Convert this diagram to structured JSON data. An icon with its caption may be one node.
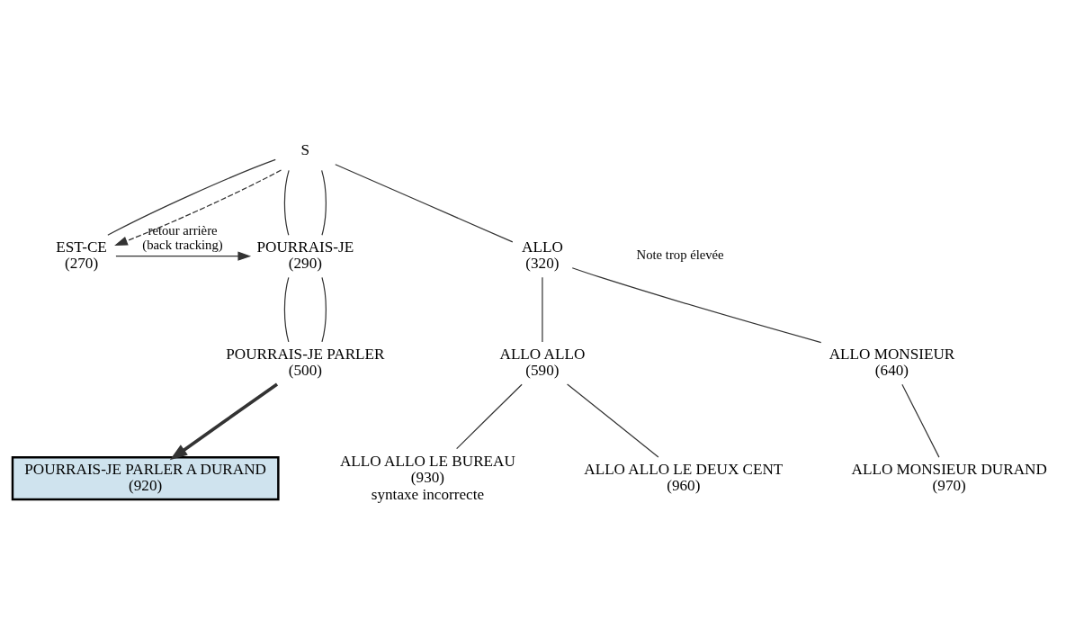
{
  "diagram": {
    "nodes": [
      {
        "text": [
          "S"
        ]
      },
      {
        "text": [
          "EST-CE",
          "(270)"
        ]
      },
      {
        "text": [
          "POURRAIS-JE",
          "(290)"
        ]
      },
      {
        "text": [
          "ALLO",
          "(320)"
        ]
      },
      {
        "text": [
          "POURRAIS-JE PARLER",
          "(500)"
        ]
      },
      {
        "text": [
          "ALLO ALLO",
          "(590)"
        ]
      },
      {
        "text": [
          "ALLO MONSIEUR",
          "(640)"
        ]
      },
      {
        "text": [
          "ALLO ALLO LE BUREAU",
          "(930)"
        ],
        "beside": [
          "syntaxe incorrecte"
        ]
      },
      {
        "text": [
          "ALLO ALLO LE DEUX CENT",
          "(960)"
        ]
      },
      {
        "text": [
          "ALLO MONSIEUR DURAND",
          "(970)"
        ]
      },
      {
        "text": [
          "POURRAIS-JE PARLER A DURAND",
          "(920)"
        ]
      }
    ],
    "edges": [
      {
        "from": 0,
        "to": 1,
        "arrow": "none"
      },
      {
        "from": 0,
        "to": 2,
        "arrow": "none"
      },
      {
        "from": 0,
        "to": 3,
        "arrow": "none"
      },
      {
        "from": 2,
        "to": 4,
        "arrow": "none"
      },
      {
        "from": 3,
        "to": 5,
        "arrow": "none"
      },
      {
        "from": 3,
        "to": 6,
        "arrow": "none"
      },
      {
        "from": 5,
        "to": 7,
        "arrow": "none"
      },
      {
        "from": 5,
        "to": 8,
        "arrow": "none"
      },
      {
        "from": 6,
        "to": 9,
        "arrow": "none"
      },
      {
        "from": 0,
        "to": 1,
        "arrow": "to",
        "style": "dashed"
      },
      {
        "from": 1,
        "to": 2,
        "arrow": "to",
        "label": "retour arrière (back tracking)"
      },
      {
        "from": 0,
        "to": 2,
        "arrow": "none"
      },
      {
        "from": 2,
        "to": 4,
        "arrow": "none"
      },
      {
        "from": 4,
        "to": 10,
        "arrow": "to",
        "style": "thick"
      }
    ],
    "labels": [
      "Note trop élevée"
    ]
  }
}
